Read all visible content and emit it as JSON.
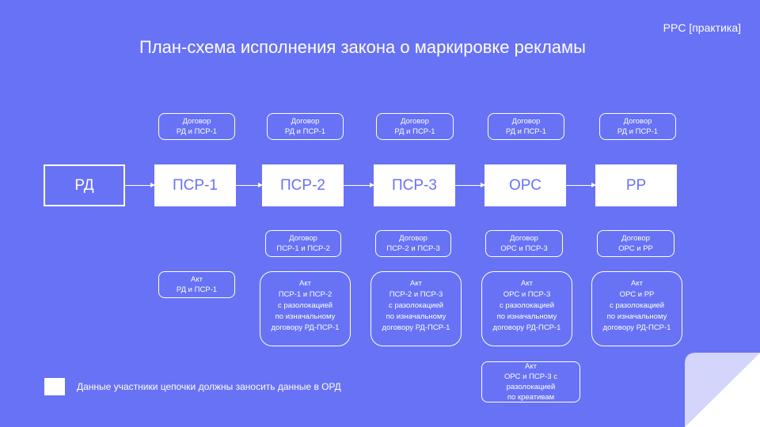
{
  "title": "План-схема исполнения закона о маркировке рекламы",
  "brand": "PPC [практика]",
  "nodes": [
    "РД",
    "ПСР-1",
    "ПСР-2",
    "ПСР-3",
    "ОРС",
    "РР"
  ],
  "top_contracts": [
    [
      "Договор",
      "РД и ПСР-1"
    ],
    [
      "Договор",
      "РД и ПСР-1"
    ],
    [
      "Договор",
      "РД и ПСР-1"
    ],
    [
      "Договор",
      "РД и ПСР-1"
    ],
    [
      "Договор",
      "РД и ПСР-1"
    ]
  ],
  "contracts": [
    [
      "Договор",
      "ПСР-1 и ПСР-2"
    ],
    [
      "Договор",
      "ПСР-2 и ПСР-3"
    ],
    [
      "Договор",
      "ОРС и ПСР-3"
    ],
    [
      "Договор",
      "ОРС и РР"
    ]
  ],
  "act_rd": [
    "Акт",
    "РД  и ПСР-1"
  ],
  "acts": [
    [
      "Акт",
      "ПСР-1 и ПСР-2",
      "с разолокацией",
      "по изначальному",
      "договору РД-ПСР-1"
    ],
    [
      "Акт",
      "ПСР-2 и ПСР-3",
      "с разолокацией",
      "по изначальному",
      "договору РД-ПСР-1"
    ],
    [
      "Акт",
      "ОРС и ПСР-3",
      "с разолокацией",
      "по изначальному",
      "договору РД-ПСР-1"
    ],
    [
      "Акт",
      "ОРС и РР",
      "с разолокацией",
      "по изначальному",
      "договору РД-ПСР-1"
    ]
  ],
  "act_creative": [
    "Акт",
    "ОРС и ПСР-3 с",
    "разолокацией",
    "по креативам"
  ],
  "legend": "Данные участники цепочки должны заносить данные в ОРД",
  "colors": {
    "background": "#6872f5",
    "accent": "#ffffff"
  }
}
